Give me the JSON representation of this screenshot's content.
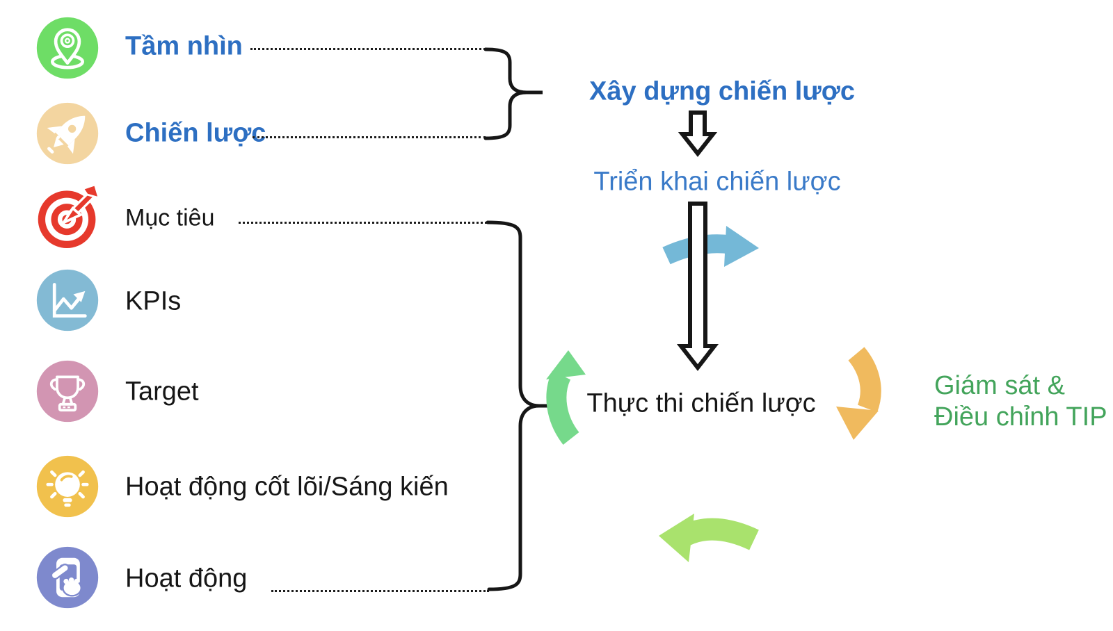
{
  "sidebar_items": [
    {
      "label": "Tầm nhìn",
      "icon": "location-pin-icon",
      "circle_color": "#6edd66",
      "label_color": "#2d6fc2",
      "bold": true
    },
    {
      "label": "Chiến lược",
      "icon": "rocket-icon",
      "circle_color": "#f3d5a0",
      "label_color": "#2d6fc2",
      "bold": true
    },
    {
      "label": "Mục tiêu",
      "icon": "target-dart-icon",
      "circle_color": "#e6392c",
      "label_color": "#161616",
      "bold": false
    },
    {
      "label": "KPIs",
      "icon": "line-chart-icon",
      "circle_color": "#83bad4",
      "label_color": "#161616",
      "bold": false
    },
    {
      "label": "Target",
      "icon": "trophy-icon",
      "circle_color": "#d295b2",
      "label_color": "#161616",
      "bold": false
    },
    {
      "label": "Hoạt động cốt lõi/Sáng kiến",
      "icon": "lightbulb-icon",
      "circle_color": "#f1c14d",
      "label_color": "#161616",
      "bold": false
    },
    {
      "label": "Hoạt động",
      "icon": "tap-phone-icon",
      "circle_color": "#7e89cd",
      "label_color": "#161616",
      "bold": false
    }
  ],
  "flow": {
    "steps": [
      {
        "label": "Xây dựng chiến lược",
        "color": "#2d6fc2",
        "bold": true
      },
      {
        "label": "Triển khai chiến lược",
        "color": "#3a7ac8",
        "bold": false
      },
      {
        "label": "Thực thi chiến lược",
        "color": "#161616",
        "bold": false
      }
    ],
    "monitor_note": {
      "line1": "Giám sát &",
      "line2": "Điều chỉnh TIP",
      "color": "#43a45b"
    }
  },
  "connectors": {
    "brace_color": "#161616",
    "dotted_line_color": "#1c1c1c",
    "brace_count": 2,
    "dotted_line_count": 4
  },
  "arrows": [
    {
      "name": "hollow-down-arrow-small",
      "color": "#161616",
      "fill": "#ffffff"
    },
    {
      "name": "hollow-down-arrow-long",
      "color": "#161616",
      "fill": "#ffffff"
    },
    {
      "name": "curved-right-arrow",
      "color": "#74b8d7"
    },
    {
      "name": "curved-up-arrow",
      "color": "#76d98b"
    },
    {
      "name": "curved-down-arrow",
      "color": "#f0ba5e"
    },
    {
      "name": "curved-left-arrow",
      "color": "#a9e26d"
    }
  ]
}
